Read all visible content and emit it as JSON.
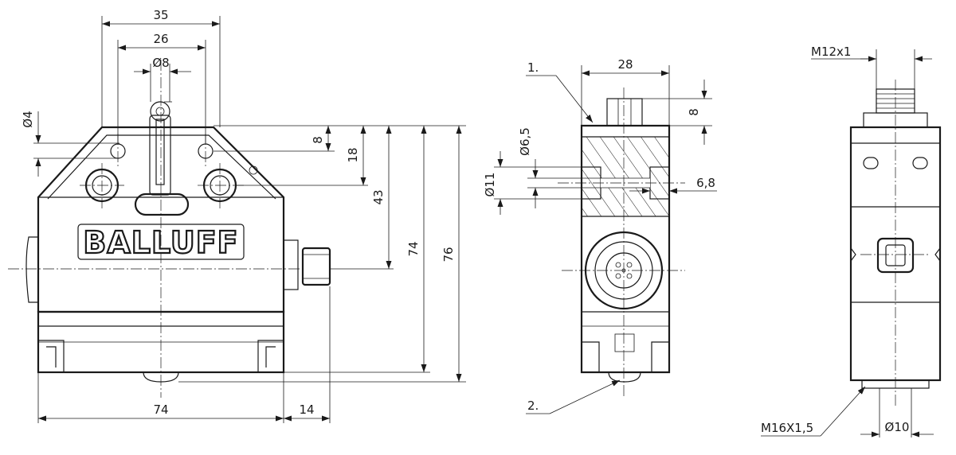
{
  "views": {
    "front": {
      "brand": "BALLUFF",
      "dims": {
        "w35": "35",
        "w26": "26",
        "d8": "Ø8",
        "d4": "Ø4",
        "h8": "8",
        "h18": "18",
        "h43": "43",
        "h74": "74",
        "h76": "76",
        "w74": "74",
        "w14": "14"
      }
    },
    "side": {
      "dims": {
        "w28": "28",
        "h8": "8",
        "d65": "Ø6,5",
        "d11": "Ø11",
        "w68": "6,8"
      },
      "callout1": "1.",
      "callout2": "2."
    },
    "rear": {
      "dims": {
        "m12": "M12x1",
        "m16": "M16X1,5",
        "d10": "Ø10"
      }
    }
  }
}
